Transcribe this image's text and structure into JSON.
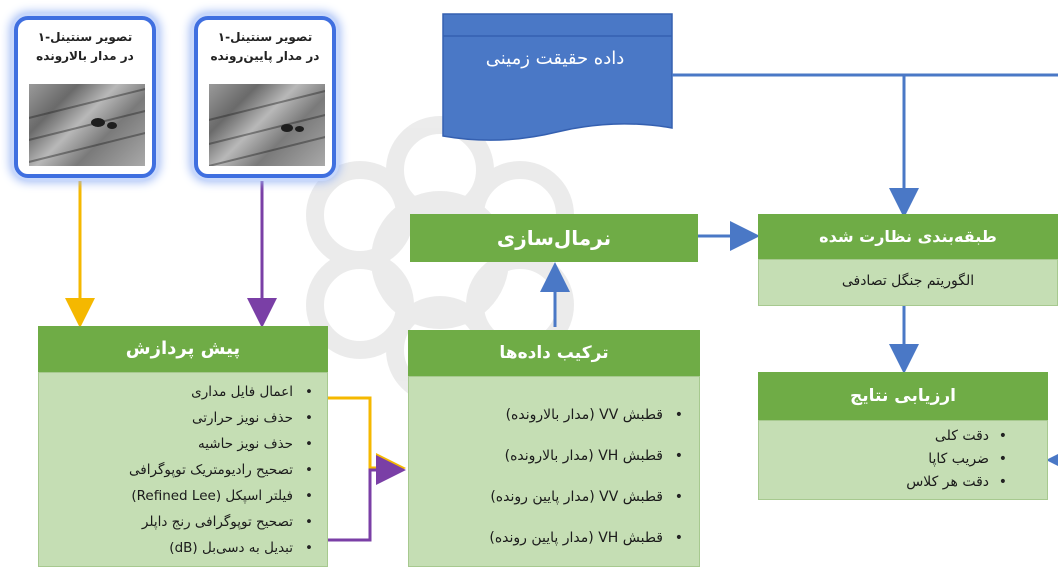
{
  "sentinel_ascending": {
    "line1": "تصویر سنتینل-۱",
    "line2": "در مدار بالارونده"
  },
  "sentinel_descending": {
    "line1": "تصویر سنتینل-۱",
    "line2": "در مدار پایین‌رونده"
  },
  "ground_truth": {
    "label": "داده حقیقت زمینی"
  },
  "normalization": {
    "title": "نرمال‌سازی"
  },
  "classification": {
    "title": "طبقه‌بندی نظارت شده",
    "algorithm": "الگوریتم جنگل تصادفی"
  },
  "preprocessing": {
    "title": "پیش پردازش",
    "steps": [
      "اعمال فایل مداری",
      "حذف نویز حرارتی",
      "حذف نویز حاشیه",
      "تصحیح رادیومتریک توپوگرافی",
      "فیلتر اسپکل (Refined Lee)",
      "تصحیح توپوگرافی رنج داپلر",
      "تبدیل به دسی‌بل (dB)"
    ]
  },
  "data_combination": {
    "title": "ترکیب داده‌ها",
    "items": [
      "قطبش VV (مدار بالارونده)",
      "قطبش VH (مدار بالارونده)",
      "قطبش VV (مدار پایین رونده)",
      "قطبش VH (مدار پایین رونده)"
    ]
  },
  "evaluation": {
    "title": "ارزیابی نتایج",
    "metrics": [
      "دقت کلی",
      "ضریب کاپا",
      "دقت هر کلاس"
    ]
  },
  "colors": {
    "ascending_arrow": "#f5b800",
    "descending_arrow": "#7a3fa6",
    "flow_arrow": "#4a78c6",
    "green_header": "#6fac46",
    "green_body": "#c5deb4",
    "doc_blue": "#4a78c6"
  }
}
